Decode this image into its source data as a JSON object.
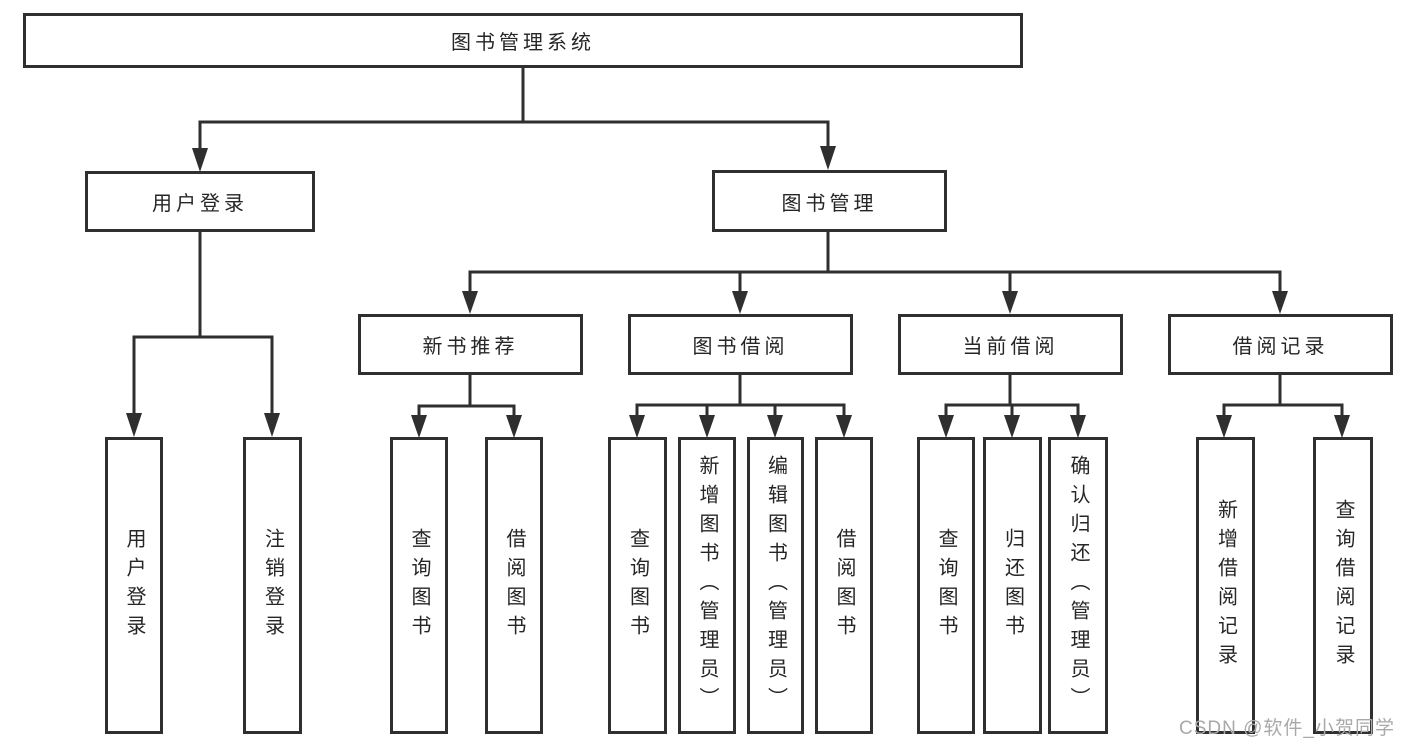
{
  "diagram": {
    "watermark": "CSDN @软件_小贺同学",
    "colors": {
      "line": "#2f2f2f",
      "text": "#262626",
      "background": "#ffffff",
      "watermark": "#a9a9a9"
    }
  },
  "nodes": {
    "root": "图书管理系统",
    "level2": {
      "user_login": "用户登录",
      "book_mgmt": "图书管理"
    },
    "level3": {
      "new_book_rec": "新书推荐",
      "book_borrowing": "图书借阅",
      "current_borrowing": "当前借阅",
      "borrowing_records": "借阅记录"
    },
    "leaves": {
      "user_login": "用户登录",
      "logout": "注销登录",
      "rec_query_books": "查询图书",
      "rec_borrow_books": "借阅图书",
      "bb_query_books": "查询图书",
      "bb_add_books_admin": "新增图书（管理员）",
      "bb_edit_books_admin": "编辑图书（管理员）",
      "bb_borrow_books": "借阅图书",
      "cb_query_books": "查询图书",
      "cb_return_books": "归还图书",
      "cb_confirm_return_admin": "确认归还（管理员）",
      "br_add_record": "新增借阅记录",
      "br_query_record": "查询借阅记录"
    }
  }
}
